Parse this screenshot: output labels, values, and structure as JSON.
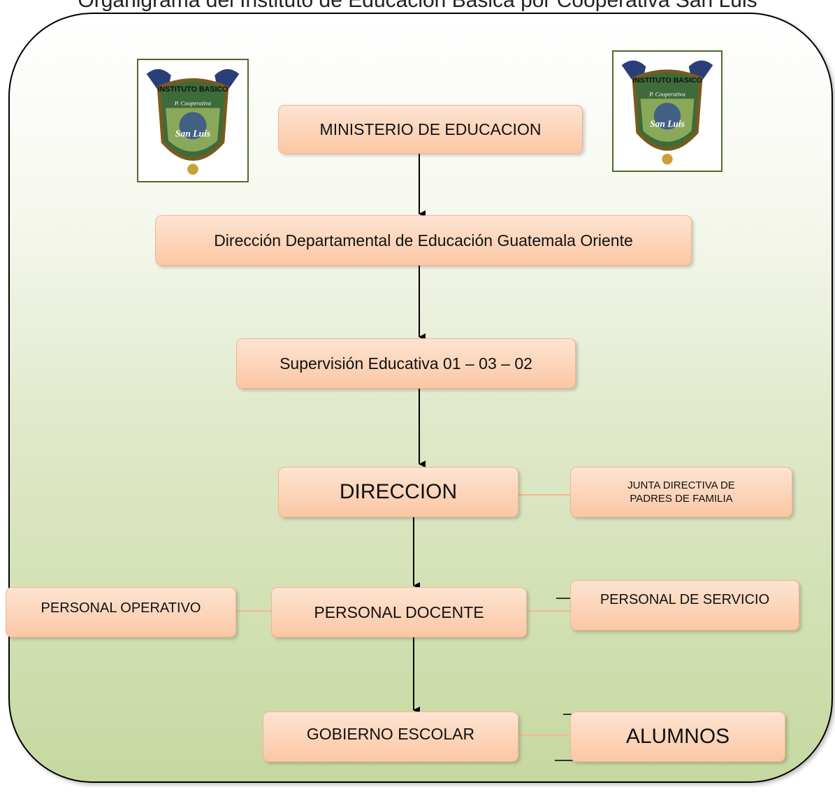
{
  "title": "Organigrama del Instituto de Educación Básica por Cooperativa San Luis",
  "logo": {
    "top_text": "INSTITUTO BASICO",
    "middle_text": "P. Cooperativa",
    "bottom_text": "San Luis"
  },
  "boxes": {
    "ministerio": "MINISTERIO DE EDUCACION",
    "direccion_departamental": "Dirección Departamental de Educación Guatemala Oriente",
    "supervision": "Supervisión Educativa 01 – 03 – 02",
    "direccion": "DIRECCION",
    "junta_line1": "JUNTA DIRECTIVA DE",
    "junta_line2": "PADRES DE FAMILIA",
    "personal_operativo": "PERSONAL OPERATIVO",
    "personal_docente": "PERSONAL DOCENTE",
    "personal_servicio": "PERSONAL DE SERVICIO",
    "gobierno_escolar": "GOBIERNO ESCOLAR",
    "alumnos": "ALUMNOS"
  },
  "colors": {
    "box_fill": "#fbc7a4",
    "box_border": "#f3b58e",
    "connector": "#f5b890",
    "frame_bottom": "#c6d8a0",
    "logo_border": "#4f6b2a"
  }
}
